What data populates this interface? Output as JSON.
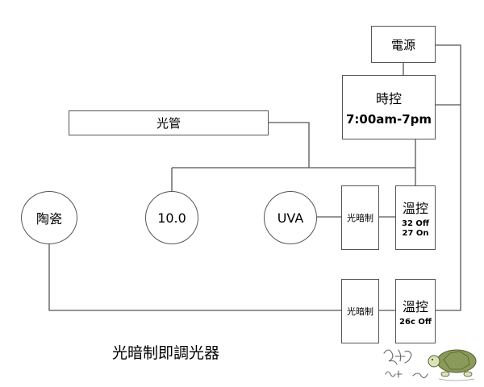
{
  "nodes": {
    "power": "電源",
    "timer": {
      "title": "時控",
      "time": "7:00am-7pm"
    },
    "tube": "光管",
    "ceramic": "陶瓷",
    "lamp_10": "10.0",
    "uva": "UVA",
    "photo_switch_top": "光暗制",
    "thermo_top": {
      "title": "溫控",
      "line1": "32 Off",
      "line2": "27 On"
    },
    "photo_switch_bottom": "光暗制",
    "thermo_bottom": {
      "title": "溫控",
      "line1": "26c Off"
    }
  },
  "caption": "光暗制即調光器",
  "colors": {
    "line": "#555555",
    "border": "#555555",
    "background": "#ffffff"
  }
}
